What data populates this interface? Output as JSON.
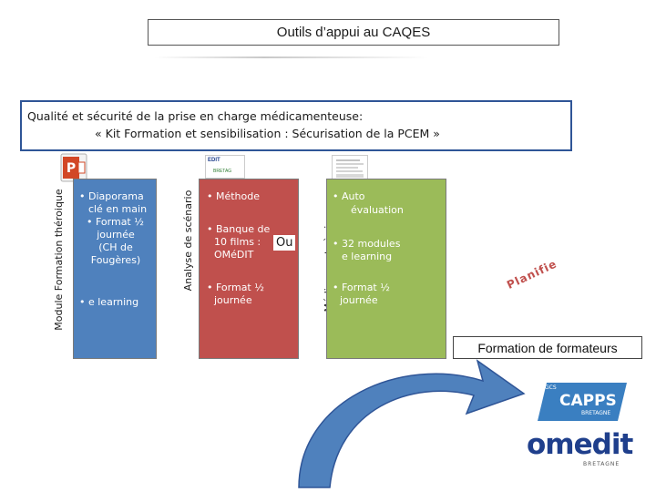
{
  "header": {
    "title": "Outils d’appui au CAQES"
  },
  "quality": {
    "line1": "Qualité et sécurité de la prise en charge médicamenteuse:",
    "line2": "« Kit Formation et sensibilisation : Sécurisation de la PCEM »"
  },
  "labels": {
    "module": "Module Formation théroique",
    "analyse": "Analyse de scénario",
    "medicaments": "Médicaments à risques",
    "ou": "Ou",
    "planifie": "Planifie",
    "formation": "Formation de formateurs"
  },
  "columns": {
    "blue": {
      "item1": "• Diaporama",
      "item1b": "clé en main",
      "item2": "• Format ½",
      "item2b": "journée",
      "item2c": "(CH de",
      "item2d": "Fougères)",
      "item3": "• e learning"
    },
    "red": {
      "item1": "• Méthode",
      "item2": "• Banque de",
      "item2b": "10 films :",
      "item2c": "OMéDIT",
      "item3": "• Format ½",
      "item3b": "journée"
    },
    "green": {
      "item1": "• Auto",
      "item1b": "évaluation",
      "item2": "• 32 modules",
      "item2b": "e learning",
      "item3": "• Format ½",
      "item3b": "journée"
    }
  },
  "thumbs": {
    "omedit_thumb": "EDIT",
    "omedit_thumb2": "BRETAG"
  },
  "logos": {
    "capps_gcs": "GCS",
    "capps_name": "CAPPS",
    "capps_region": "BRETAGNE",
    "omedit": "omedit",
    "omedit_region": "BRETAGNE"
  },
  "colors": {
    "blue": "#4f81bd",
    "red": "#c0504d",
    "green": "#9bbb59",
    "arrow": "#4f81bd",
    "frame": "#2f5597"
  }
}
